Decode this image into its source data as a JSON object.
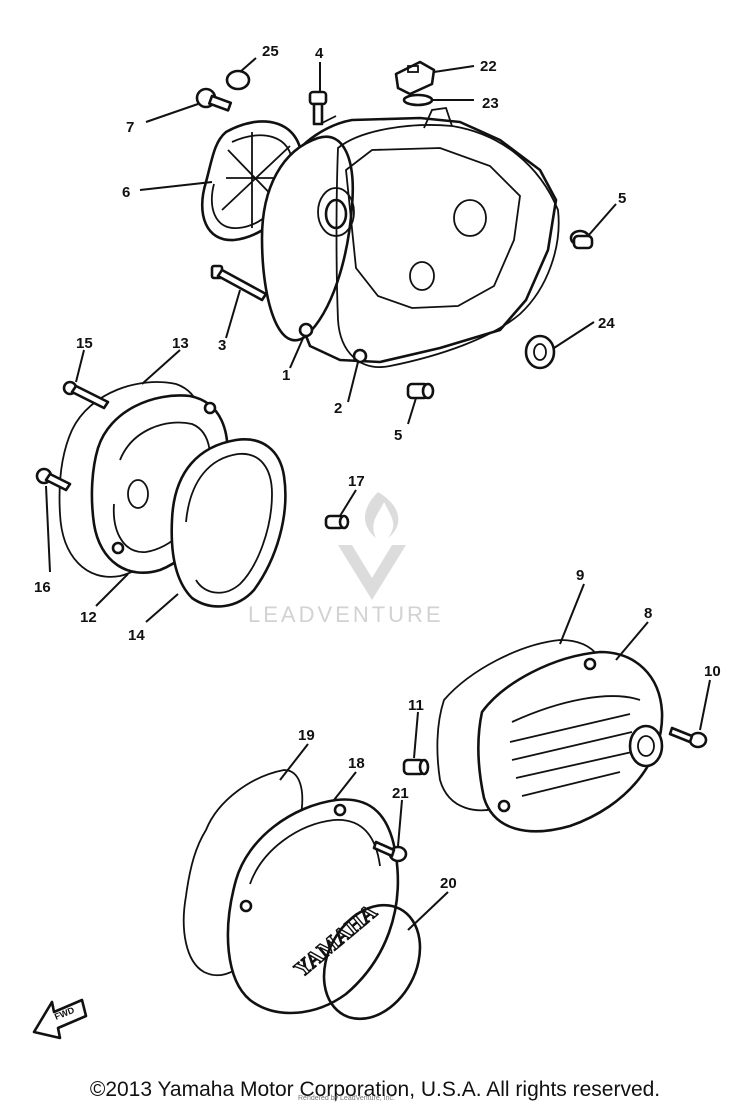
{
  "callouts": {
    "c1": "1",
    "c2": "2",
    "c3": "3",
    "c4": "4",
    "c5a": "5",
    "c5b": "5",
    "c6": "6",
    "c7": "7",
    "c8": "8",
    "c9": "9",
    "c10": "10",
    "c11": "11",
    "c12": "12",
    "c13": "13",
    "c14": "14",
    "c15": "15",
    "c16": "16",
    "c17": "17",
    "c18": "18",
    "c19": "19",
    "c20": "20",
    "c21": "21",
    "c22": "22",
    "c23": "23",
    "c24": "24",
    "c25": "25"
  },
  "watermark": {
    "text": "LEADVENTURE",
    "icon": "flame-chevron-logo-icon"
  },
  "cast_text": {
    "cover": "YAMAHA",
    "fwd": "FWD"
  },
  "copyright": "©2013 Yamaha Motor Corporation, U.S.A. All rights reserved.",
  "small_credit": "Rendered by LeadVenture, Inc."
}
